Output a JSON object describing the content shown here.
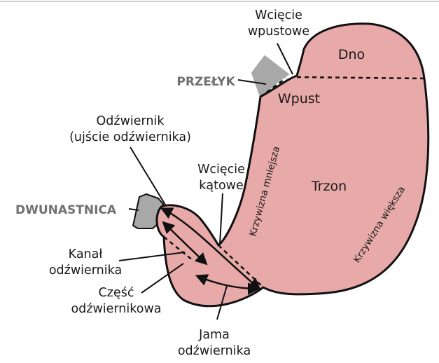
{
  "colors": {
    "stomach_fill": "#e8a9a9",
    "outline": "#111111",
    "organ_gray": "#a8a8a8",
    "label_text": "#1a1a1a",
    "organ_label": "#707070",
    "background": "#ffffff"
  },
  "labels": {
    "cardiac_notch": [
      "Wcięcie",
      "wpustowe"
    ],
    "fundus": "Dno",
    "esophagus": "PRZEŁYK",
    "cardia": "Wpust",
    "pylorus": [
      "Odźwiernik",
      "(ujście odźwiernika)"
    ],
    "angular_notch": [
      "Wcięcie",
      "kątowe"
    ],
    "lesser_curvature": "Krzywizna mniejsza",
    "body": "Trzon",
    "greater_curvature": "Krzywizna większa",
    "duodenum": "DWUNASTNICA",
    "pyloric_canal": [
      "Kanał",
      "odźwiernika"
    ],
    "pyloric_part": [
      "Część",
      "odźwiernikowa"
    ],
    "pyloric_antrum": [
      "Jama",
      "odźwiernika"
    ]
  }
}
